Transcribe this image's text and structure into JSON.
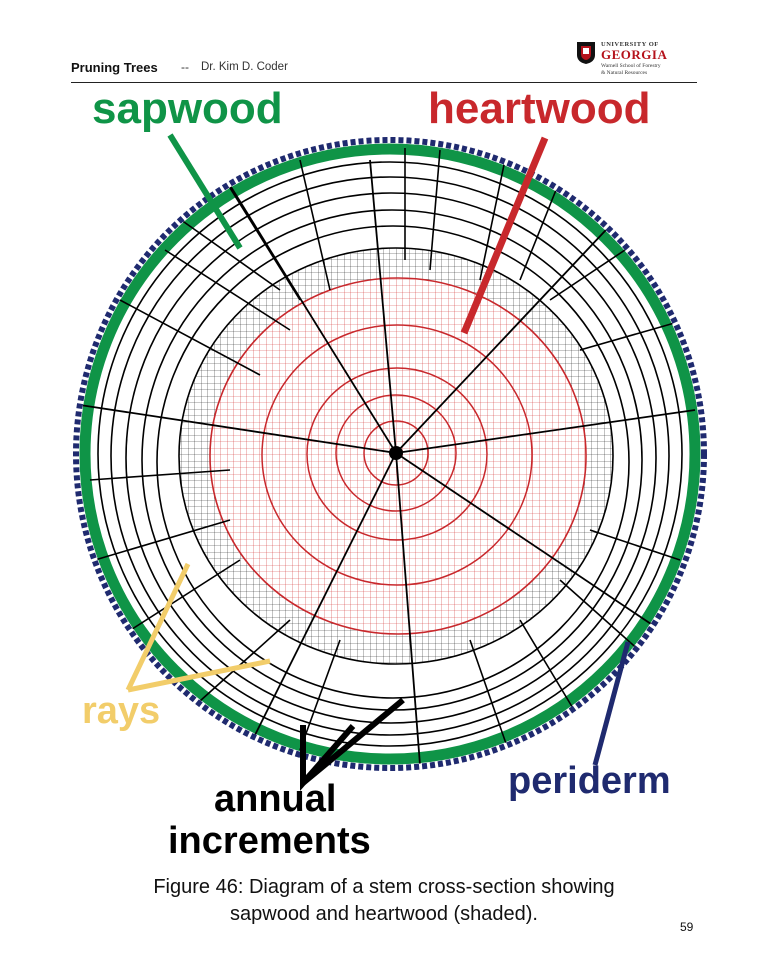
{
  "header": {
    "title": "Pruning Trees",
    "separator": "--",
    "author": "Dr. Kim D. Coder",
    "logo": {
      "top": "UNIVERSITY OF",
      "name": "GEORGIA",
      "sub1": "Warnell School of Forestry",
      "sub2": "& Natural Resources"
    }
  },
  "labels": {
    "sapwood": "sapwood",
    "heartwood": "heartwood",
    "rays": "rays",
    "periderm": "periderm",
    "annual": "annual",
    "increments": "increments"
  },
  "colors": {
    "sapwood": "#0f9447",
    "heartwood": "#c8282c",
    "rays": "#f2cd6a",
    "periderm": "#1f2a6f",
    "rings": "#000000"
  },
  "caption": {
    "line1": "Figure 46:   Diagram of a stem cross-section showing",
    "line2": "sapwood and heartwood (shaded)."
  },
  "page_number": "59"
}
